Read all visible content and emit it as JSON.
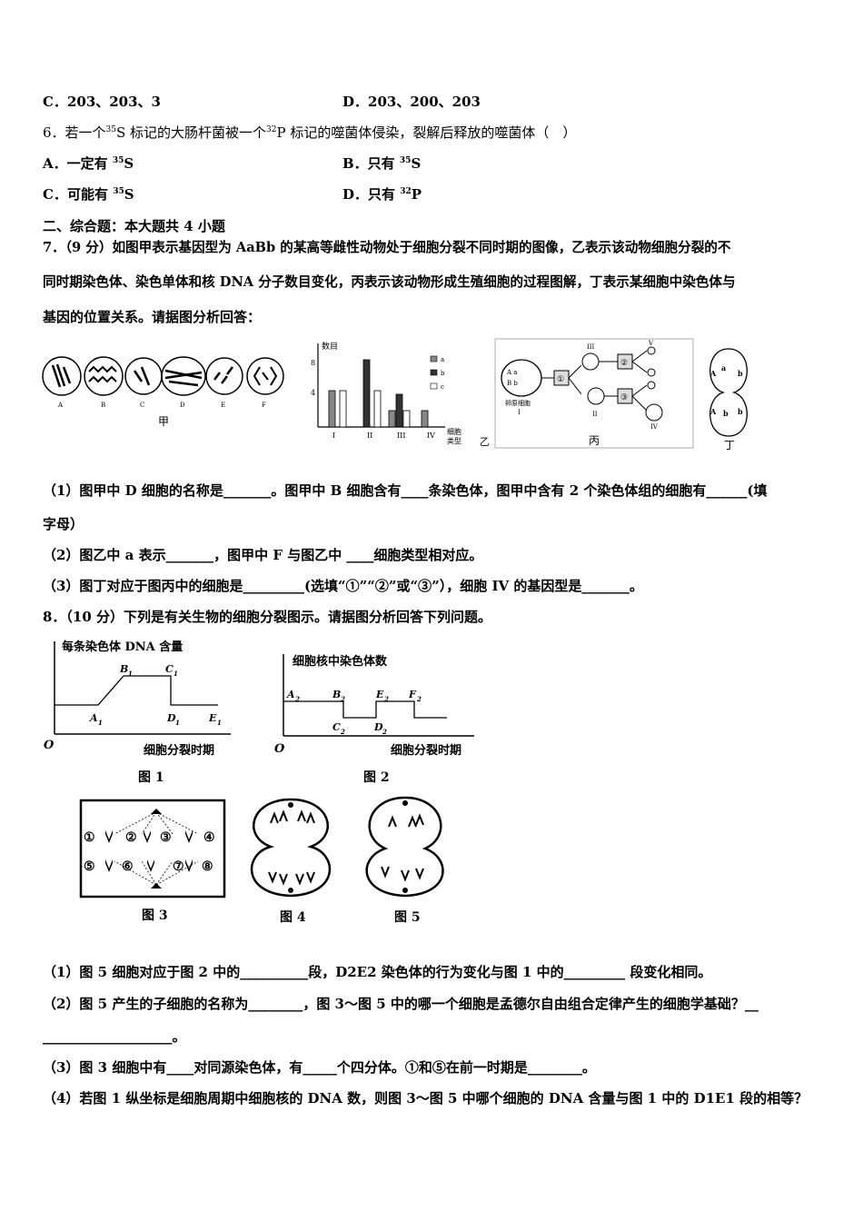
{
  "q5": {
    "opt_c": "C．203、203、3",
    "opt_d": "D．203、200、203"
  },
  "q6": {
    "stem_a": "6．若一个",
    "s35": "35",
    "stem_b": "S 标记的大肠杆菌被一个",
    "p32": "32",
    "stem_c": "P 标记的噬菌体侵染，裂解后释放的噬菌体（　）",
    "opt_a": "A．一定有",
    "opt_b": "B．只有",
    "opt_c": "C．可能有",
    "opt_d": "D．只有",
    "s_letter": "S",
    "p_letter": "P"
  },
  "section2": "二、综合题：本大题共 4 小题",
  "q7": {
    "line1": "7．（9 分）如图甲表示基因型为 AaBb 的某高等雌性动物处于细胞分裂不同时期的图像，乙表示该动物细胞分裂的不",
    "line2": "同时期染色体、染色单体和核 DNA 分子数目变化，丙表示该动物形成生殖细胞的过程图解，丁表示某细胞中染色体与",
    "line3": "基因的位置关系。请据图分析回答：",
    "fig_jia": {
      "cells": [
        "A",
        "B",
        "C",
        "D",
        "E",
        "F"
      ],
      "caption": "甲"
    },
    "fig_yi": {
      "ylabel": "数目",
      "xlabel_1": "细胞",
      "xlabel_2": "类型",
      "ticks": [
        "8",
        "4"
      ],
      "legend": [
        "a",
        "b",
        "c"
      ],
      "categories": [
        "I",
        "II",
        "III",
        "IV"
      ],
      "caption": "乙"
    },
    "fig_bing": {
      "cell_genes_1": "A a",
      "cell_genes_2": "B b",
      "origin_label": "卵原细胞",
      "roman": [
        "I",
        "II",
        "III",
        "IV",
        "V"
      ],
      "circled": [
        "①",
        "②",
        "③"
      ],
      "caption": "丙"
    },
    "fig_ding": {
      "genes": [
        "A",
        "a",
        "b",
        "A",
        "b",
        "b"
      ],
      "caption": "丁"
    },
    "sub1_a": "（1）图甲中 D 细胞的名称是_______。图甲中 B 细胞含有____条染色体，图甲中含有 2 个染色体组的细胞有______(填",
    "sub1_b": "字母）",
    "sub2": "（2）图乙中 a 表示_______，图甲中 F 与图乙中 ____细胞类型相对应。",
    "sub3": "（3）图丁对应于图丙中的细胞是_________(选填“①”“②”或“③”），细胞 IV 的基因型是_______。"
  },
  "q8": {
    "stem": "8．（10 分）下列是有关生物的细胞分裂图示。请据图分析回答下列问题。",
    "fig1": {
      "ylabel": "每条染色体 DNA 含量",
      "xlabel": "细胞分裂时期",
      "origin": "O",
      "points": [
        "A",
        "B",
        "C",
        "D",
        "E"
      ],
      "caption": "图 1"
    },
    "fig2": {
      "ylabel": "细胞核中染色体数",
      "xlabel": "细胞分裂时期",
      "origin": "O",
      "points": [
        "A",
        "B",
        "C",
        "D",
        "E",
        "F"
      ],
      "caption": "图 2"
    },
    "fig3": {
      "nums": [
        "①",
        "②",
        "③",
        "④",
        "⑤",
        "⑥",
        "⑦",
        "⑧"
      ],
      "caption": "图 3"
    },
    "fig4": {
      "caption": "图 4"
    },
    "fig5": {
      "caption": "图 5"
    },
    "sub1": "（1）图 5 细胞对应于图 2 中的__________段，D2E2 染色体的行为变化与图 1 中的_________ 段变化相同。",
    "sub2_a": "（2）图 5 产生的子细胞的名称为________，图 3～图 5 中的哪一个细胞是孟德尔自由组合定律产生的细胞学基础？__",
    "sub2_b": "___________________。",
    "sub3": "（3）图 3 细胞中有____对同源染色体，有_____个四分体。①和⑤在前一时期是________。",
    "sub4": "（4）若图 1 纵坐标是细胞周期中细胞核的 DNA 数，则图 3～图 5 中哪个细胞的 DNA 含量与图 1 中的 D1E1 段的相等？"
  }
}
